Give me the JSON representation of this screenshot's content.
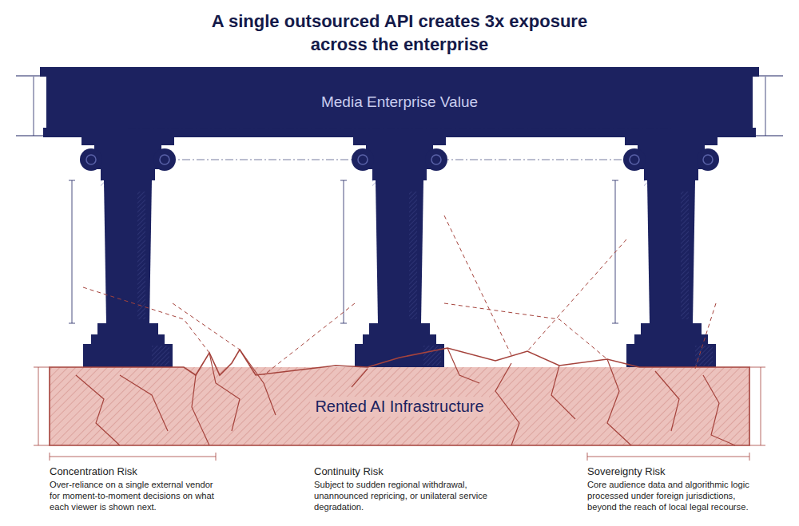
{
  "diagram": {
    "title": "A single outsourced API creates 3x exposure across the enterprise",
    "nodes": [
      {
        "text": [
          "Media Enterprise Value"
        ]
      },
      {
        "text": [
          "Rented AI Infrastructure"
        ]
      }
    ],
    "labels": [
      "Concentration Risk",
      "Over-reliance on a single external vendor for moment-to-moment decisions on what each viewer is shown next.",
      "Continuity Risk",
      "Subject to sudden regional withdrawal, unannounced repricing, or unilateral service degradation.",
      "Sovereignty Risk",
      "Core audience data and algorithmic logic processed under foreign jurisdictions, beyond the reach of local legal recourse."
    ]
  }
}
